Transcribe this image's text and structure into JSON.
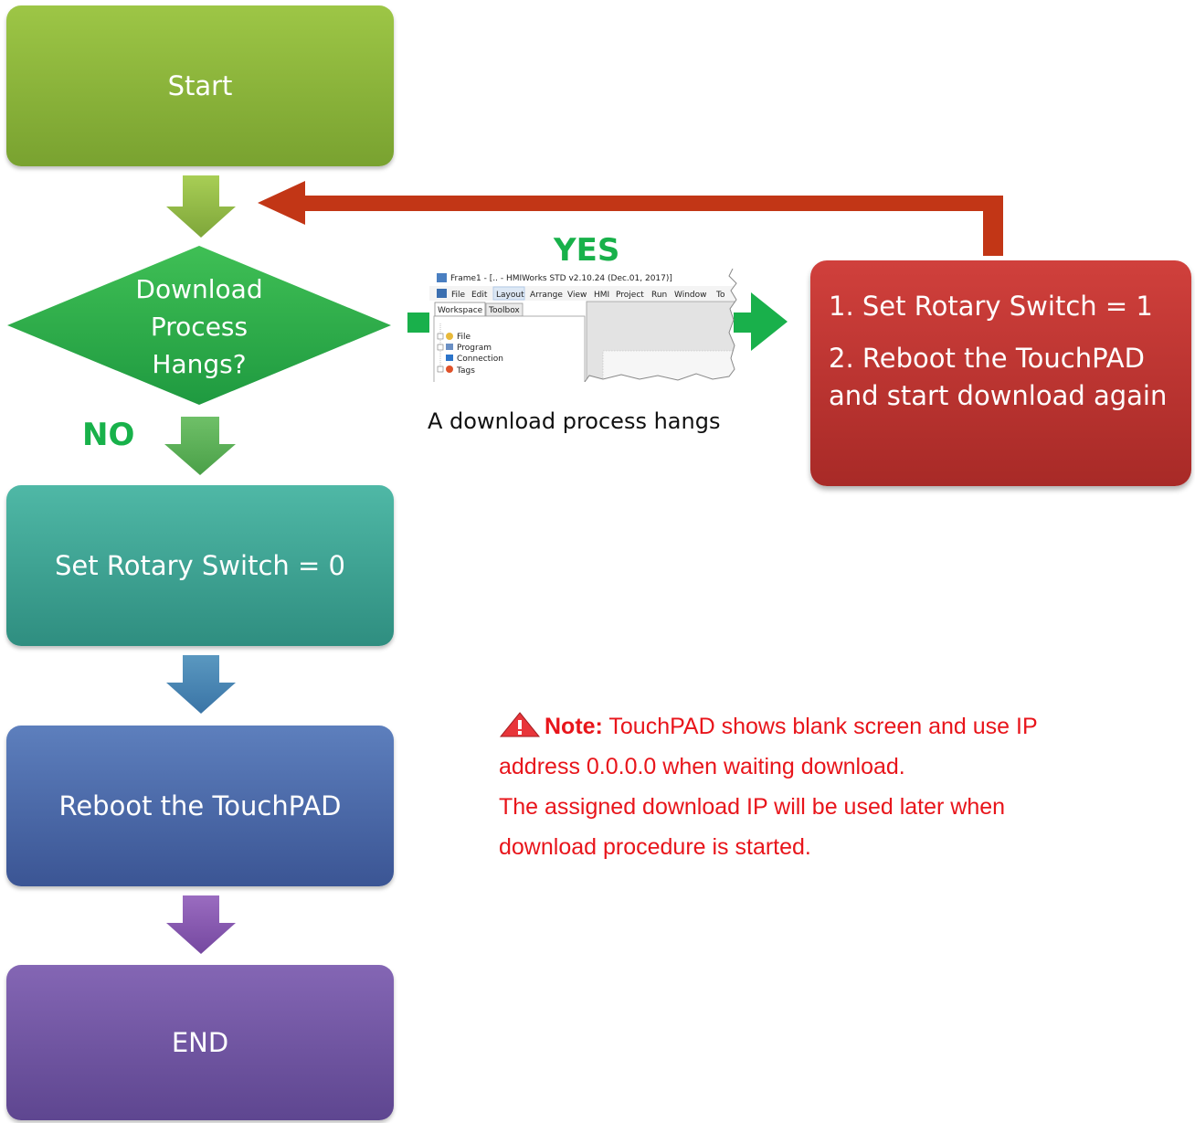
{
  "flow": {
    "start": "Start",
    "decision": [
      "Download",
      "Process",
      "Hangs?"
    ],
    "no_label": "NO",
    "yes_label": "YES",
    "rotary_zero": "Set Rotary Switch = 0",
    "reboot": "Reboot the TouchPAD",
    "end": "END"
  },
  "action": {
    "step1": "1. Set Rotary Switch = 1",
    "step2": "2. Reboot the TouchPAD and start download again"
  },
  "screenshot": {
    "title": "Frame1 - [.. - HMIWorks STD v2.10.24 (Dec.01, 2017)]",
    "menu": [
      "File",
      "Edit",
      "Layout",
      "Arrange",
      "View",
      "HMI",
      "Project",
      "Run",
      "Window",
      "To"
    ],
    "tabs": [
      "Workspace",
      "Toolbox"
    ],
    "tree": [
      "File",
      "Program",
      "Connection",
      "Tags"
    ],
    "caption": "A download process hangs"
  },
  "note": {
    "label": "Note:",
    "text1": "TouchPAD shows blank screen and use IP address 0.0.0.0 when waiting download.",
    "text2": "The assigned download IP will be used later when download procedure is started."
  },
  "colors": {
    "start": "#8cb63c",
    "decision": "#2db14c",
    "rotary_zero": "#3fa796",
    "reboot": "#4a6aab",
    "end": "#7256a2",
    "action": "#c0392b",
    "loop_arrow": "#c23616",
    "note_text": "#e8151b"
  }
}
